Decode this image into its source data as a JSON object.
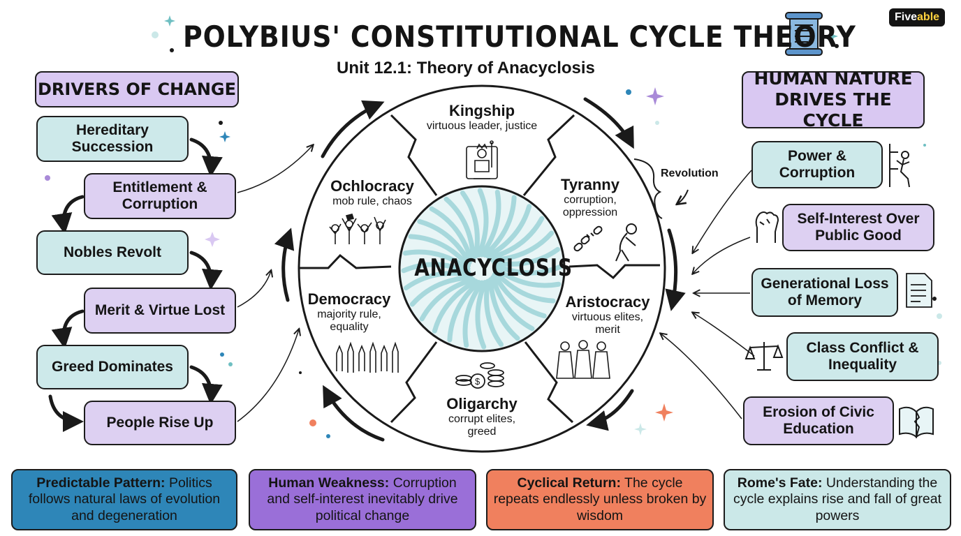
{
  "header": {
    "title": "POLYBIUS' CONSTITUTIONAL CYCLE THEORY",
    "subtitle": "Unit 12.1: Theory of Anacyclosis",
    "brand_part1": "Five",
    "brand_part2": "able"
  },
  "left_panel": {
    "heading": "DRIVERS OF CHANGE",
    "items": [
      "Hereditary Succession",
      "Entitlement & Corruption",
      "Nobles Revolt",
      "Merit & Virtue Lost",
      "Greed Dominates",
      "People Rise Up"
    ]
  },
  "cycle": {
    "center_label": "ANACYCLOSIS",
    "revolution_label": "Revolution",
    "segments": [
      {
        "title": "Kingship",
        "desc": "virtuous leader, justice"
      },
      {
        "title": "Tyranny",
        "desc": "corruption, oppression"
      },
      {
        "title": "Aristocracy",
        "desc": "virtuous elites, merit"
      },
      {
        "title": "Oligarchy",
        "desc": "corrupt elites, greed"
      },
      {
        "title": "Democracy",
        "desc": "majority rule, equality"
      },
      {
        "title": "Ochlocracy",
        "desc": "mob rule, chaos"
      }
    ]
  },
  "right_panel": {
    "heading": "HUMAN NATURE DRIVES THE CYCLE",
    "items": [
      "Power & Corruption",
      "Self-Interest Over Public Good",
      "Generational Loss of Memory",
      "Class Conflict & Inequality",
      "Erosion of Civic Education"
    ]
  },
  "bottom_cards": [
    {
      "label": "Predictable Pattern:",
      "text": "Politics follows natural laws of evolution and degeneration",
      "color": "#2e86b8"
    },
    {
      "label": "Human Weakness:",
      "text": "Corruption and self-interest inevitably drive political change",
      "color": "#9a6fd8"
    },
    {
      "label": "Cyclical Return:",
      "text": "The cycle repeats endlessly unless broken by wisdom",
      "color": "#f0805e"
    },
    {
      "label": "Rome's Fate:",
      "text": "Understanding the cycle explains rise and fall of great powers",
      "color": "#cbe8e8"
    }
  ],
  "icons": [
    "scroll-icon",
    "king-on-throne-icon",
    "broken-chain-icon",
    "oppressed-figure-icon",
    "protest-crowd-icon",
    "raised-hands-icon",
    "coins-icon",
    "toga-figures-icon",
    "climbing-figure-icon",
    "raised-fist-icon",
    "document-icon",
    "scales-icon",
    "torn-book-icon"
  ]
}
